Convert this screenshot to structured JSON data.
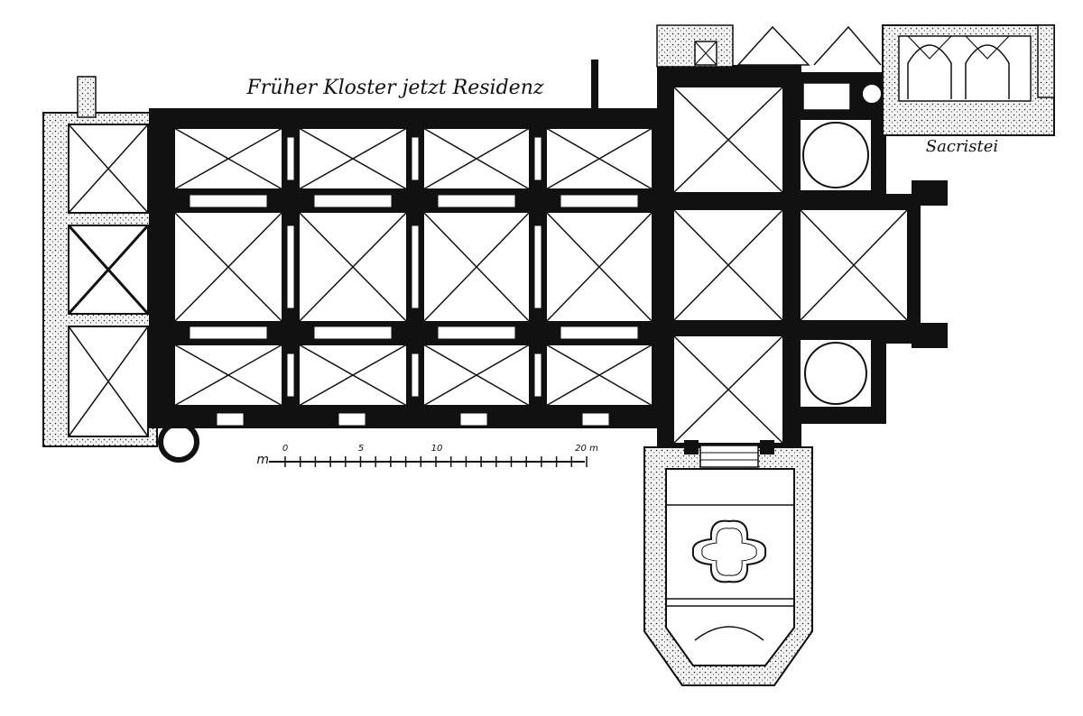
{
  "labels": {
    "north": "Früher Kloster jetzt Residenz",
    "sacristy": "Sacristei"
  },
  "scale": {
    "unit_label": "m",
    "ticks": [
      "0",
      "5",
      "10",
      "20 m"
    ]
  }
}
